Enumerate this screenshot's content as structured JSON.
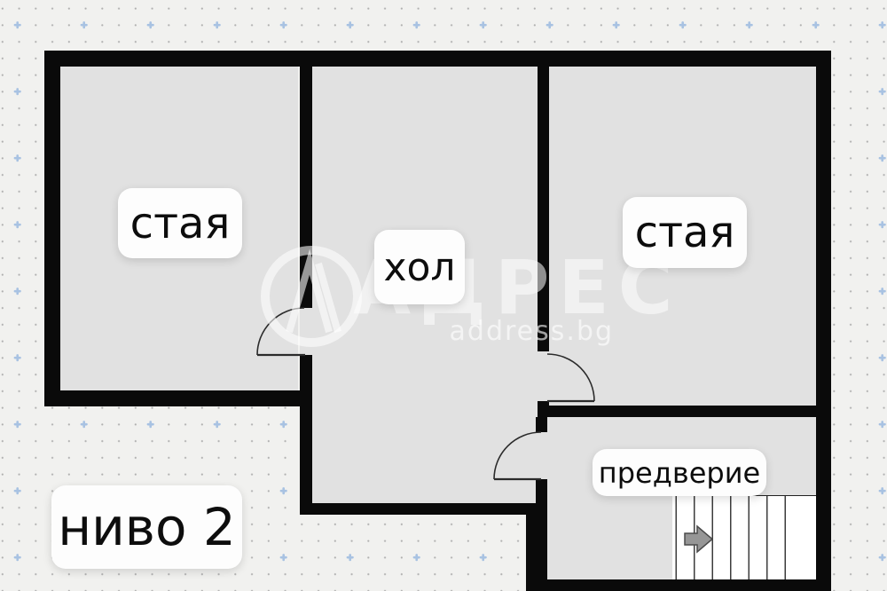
{
  "plan": {
    "level_label": "ниво 2",
    "rooms": [
      {
        "id": "room-left",
        "label": "стая"
      },
      {
        "id": "hall",
        "label": "хол"
      },
      {
        "id": "room-right",
        "label": "стая"
      },
      {
        "id": "vestibule",
        "label": "предверие"
      }
    ],
    "stairs": {
      "arrow_direction": "right",
      "arrow_color": "#969696",
      "tread_color": "#3c3c3c"
    },
    "colors": {
      "wall": "#0a0a0a",
      "floor": "#e1e1e1",
      "background": "#f1f1ef"
    }
  },
  "watermark": {
    "brand": "АДРЕС",
    "domain": "address.bg",
    "logo": "circled-a",
    "color": "#ffffff"
  },
  "grid": {
    "dot_color": "#b0b0b0",
    "plus_color": "#a8c2e2"
  }
}
